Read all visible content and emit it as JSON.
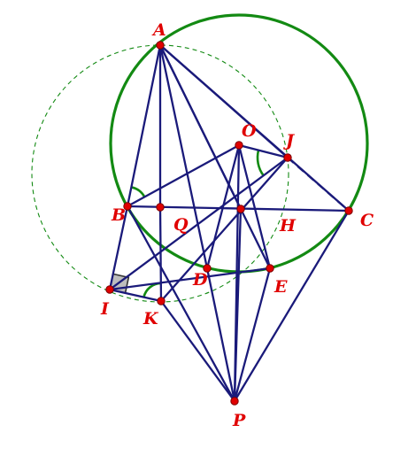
{
  "diagram": {
    "colors": {
      "background": "#ffffff",
      "segment": "#1a1a7a",
      "circle": "#138a13",
      "dashed_circle": "#138a13",
      "point": "#e00000",
      "label": "#e00000",
      "right_angle_fill": "#bdbdbd"
    },
    "points": [
      {
        "id": "A",
        "label": "A"
      },
      {
        "id": "O",
        "label": "O"
      },
      {
        "id": "J",
        "label": "J"
      },
      {
        "id": "B",
        "label": "B"
      },
      {
        "id": "Q",
        "label": "Q"
      },
      {
        "id": "H",
        "label": "H"
      },
      {
        "id": "C",
        "label": "C"
      },
      {
        "id": "D",
        "label": "D"
      },
      {
        "id": "E",
        "label": "E"
      },
      {
        "id": "I",
        "label": "I"
      },
      {
        "id": "K",
        "label": "K"
      },
      {
        "id": "P",
        "label": "P"
      }
    ],
    "segments": [
      [
        "A",
        "B"
      ],
      [
        "A",
        "Q"
      ],
      [
        "A",
        "D"
      ],
      [
        "A",
        "E"
      ],
      [
        "A",
        "C"
      ],
      [
        "A",
        "J"
      ],
      [
        "A",
        "H"
      ],
      [
        "B",
        "C"
      ],
      [
        "B",
        "O"
      ],
      [
        "B",
        "P"
      ],
      [
        "B",
        "I"
      ],
      [
        "O",
        "D"
      ],
      [
        "O",
        "E"
      ],
      [
        "O",
        "P"
      ],
      [
        "O",
        "J"
      ],
      [
        "I",
        "J"
      ],
      [
        "I",
        "K"
      ],
      [
        "I",
        "E"
      ],
      [
        "K",
        "J"
      ],
      [
        "K",
        "P"
      ],
      [
        "Q",
        "K"
      ],
      [
        "P",
        "C"
      ],
      [
        "P",
        "D"
      ],
      [
        "P",
        "E"
      ],
      [
        "P",
        "H"
      ]
    ],
    "dashed_segments": [
      [
        "J",
        "C"
      ]
    ],
    "circles": [
      {
        "name": "circumcircle",
        "style": "solid"
      },
      {
        "name": "auxiliary-circle",
        "style": "dashed"
      }
    ],
    "angle_marks": [
      {
        "name": "angle-mark-b",
        "at": "B"
      },
      {
        "name": "angle-mark-k",
        "at": "K"
      },
      {
        "name": "angle-mark-j",
        "at": "J"
      }
    ],
    "right_angle_at": "I"
  }
}
